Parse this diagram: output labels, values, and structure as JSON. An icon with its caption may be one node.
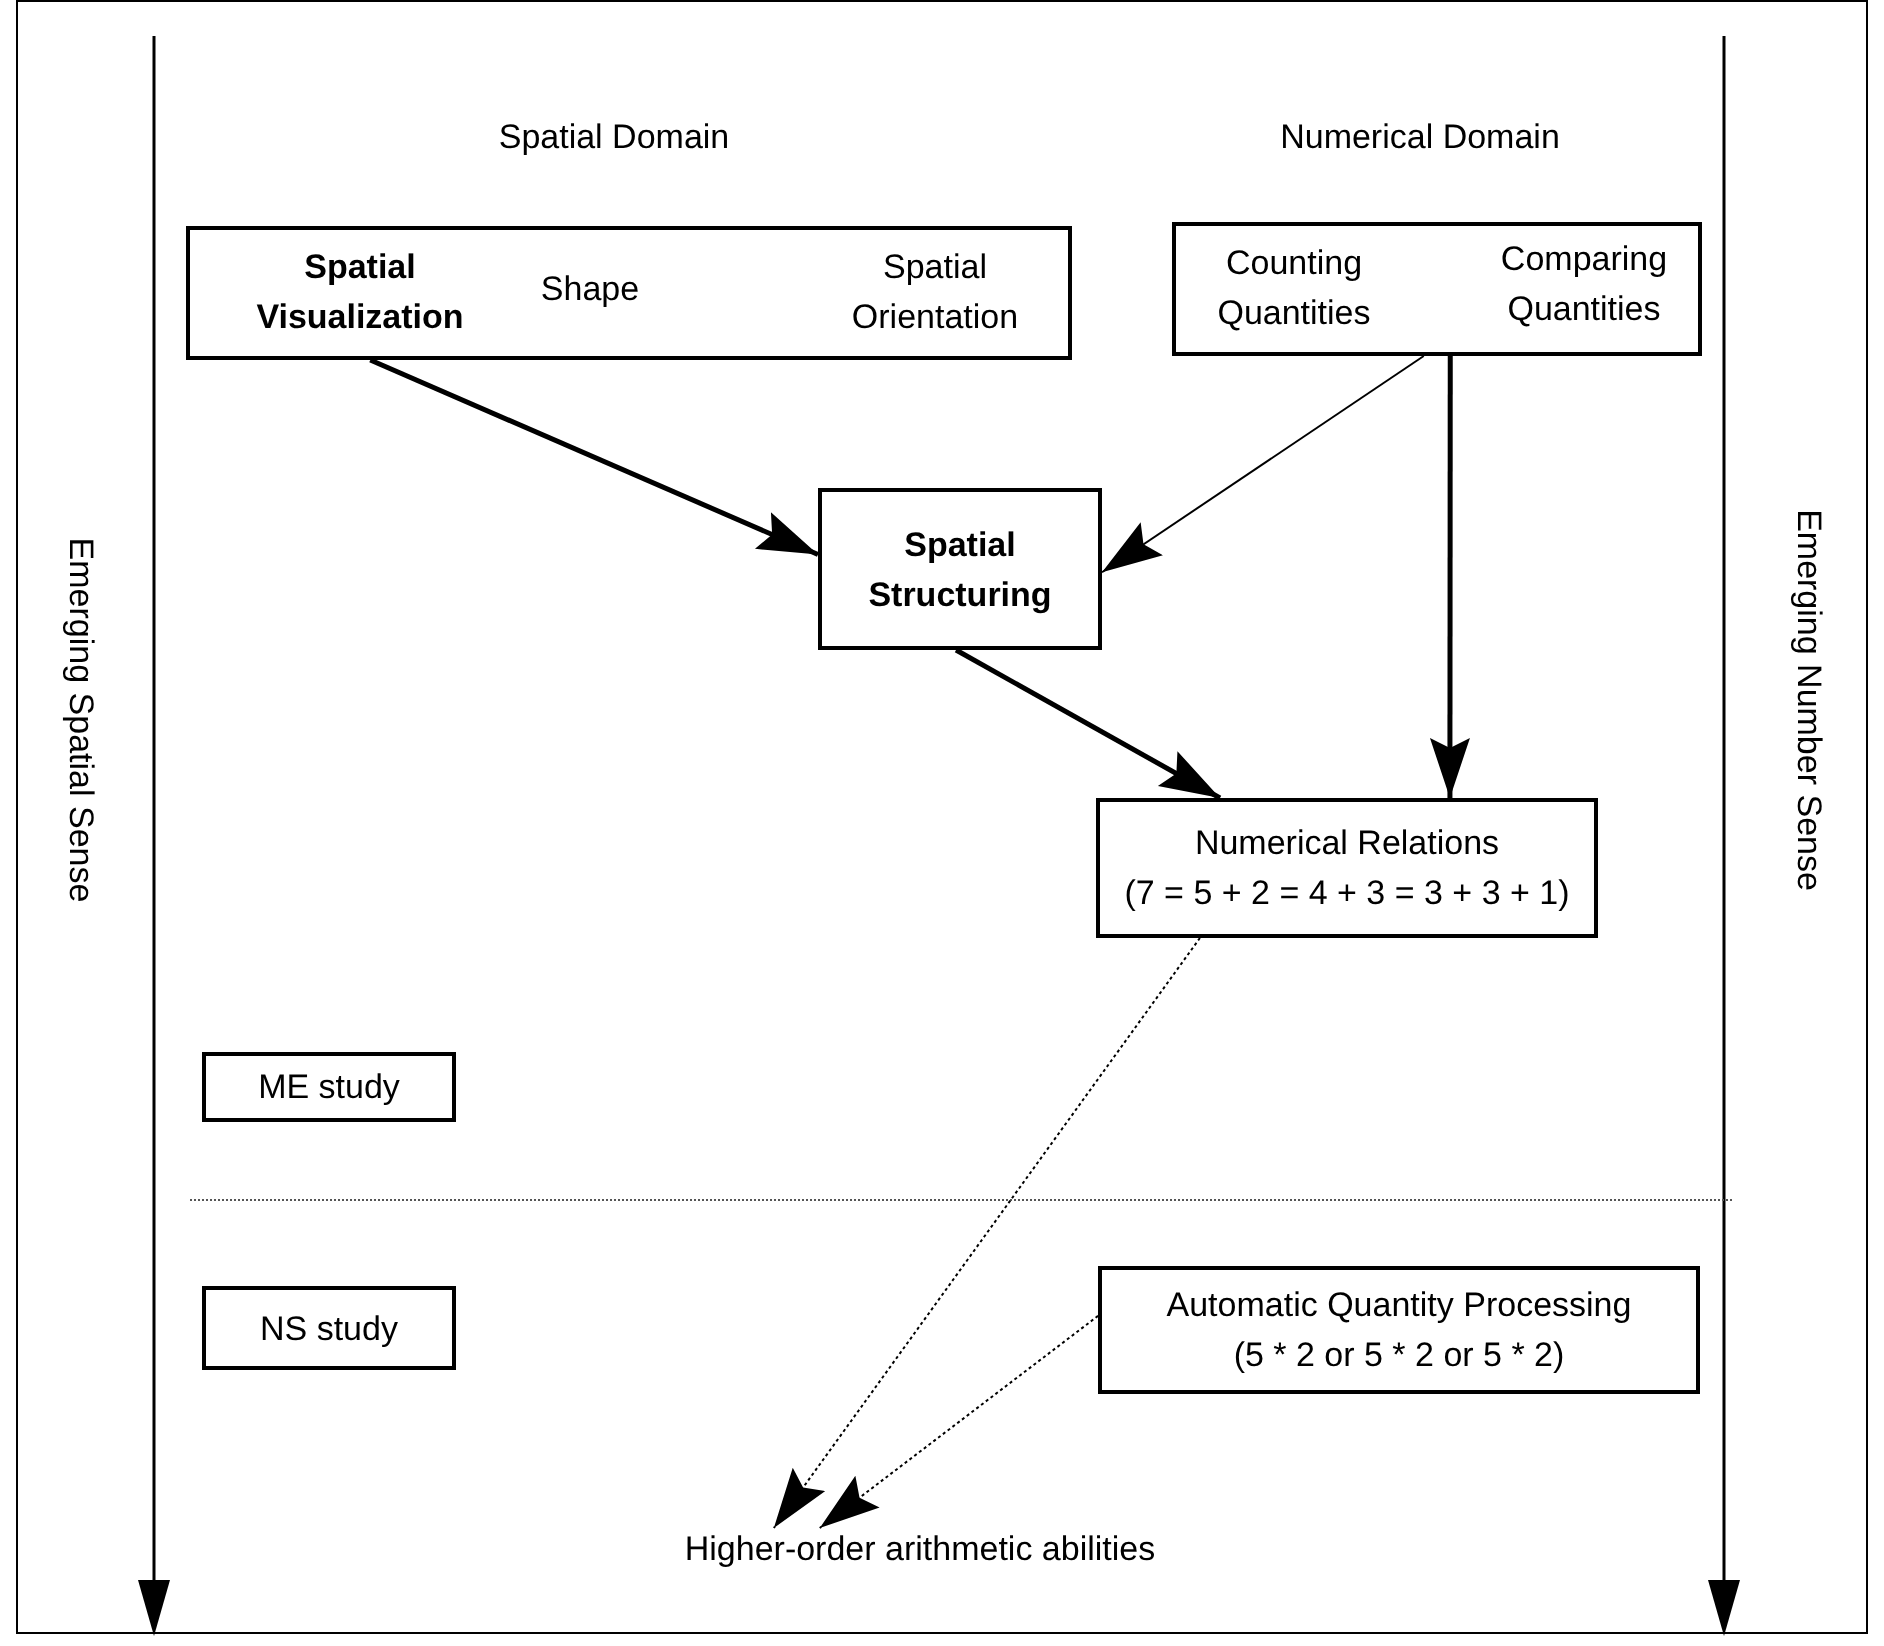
{
  "diagram": {
    "nodes": [
      {
        "text": [
          "Spatial Domain",
          "Spatial Visualization",
          "Shape",
          "Spatial Orientation"
        ]
      },
      {
        "text": [
          "Numerical Domain",
          "Counting Quantities",
          "Comparing Quantities"
        ]
      },
      {
        "text": [
          "Spatial Structuring"
        ]
      },
      {
        "text": [
          "Numerical Relations",
          "(7 = 5 + 2 = 4 + 3 = 3 + 3 + 1)"
        ]
      },
      {
        "text": [
          "ME study"
        ]
      },
      {
        "text": [
          "NS study"
        ]
      },
      {
        "text": [
          "Automatic Quantity Processing",
          "(5 * 2 or 5 * 2 or 5 * 2)"
        ]
      },
      {
        "text": [
          "Higher-order arithmetic abilities"
        ]
      }
    ],
    "edges": [
      {
        "from": 0,
        "to": 2,
        "arrow": "to",
        "style": "thick"
      },
      {
        "from": 1,
        "to": 2,
        "arrow": "to"
      },
      {
        "from": 2,
        "to": 3,
        "arrow": "to",
        "style": "thick"
      },
      {
        "from": 1,
        "to": 3,
        "arrow": "to",
        "style": "thick"
      },
      {
        "from": 3,
        "to": 7,
        "arrow": "to",
        "style": "dashed"
      },
      {
        "from": 6,
        "to": 7,
        "arrow": "to",
        "style": "dashed"
      }
    ],
    "labels": [
      "Emerging Spatial Sense",
      "Emerging Number Sense"
    ]
  }
}
